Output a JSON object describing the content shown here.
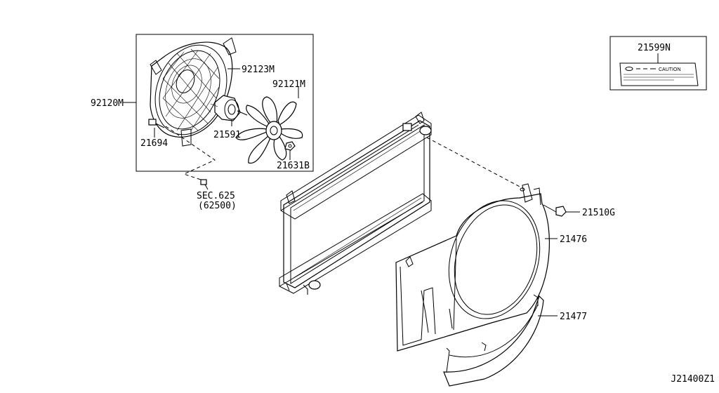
{
  "parts": {
    "fan_assembly": "92120M",
    "fan_shroud_small": "92123M",
    "fan_blade": "92121M",
    "fan_motor": "21591",
    "bolt_left": "21694",
    "nut_small": "21631B",
    "section_ref": "SEC.625",
    "section_sub": "(62500)",
    "caution_label": "21599N",
    "bolt_right": "21510G",
    "shroud_upper": "21476",
    "shroud_lower": "21477"
  },
  "caution_text": "CAUTION",
  "diagram_code": "J21400Z1"
}
